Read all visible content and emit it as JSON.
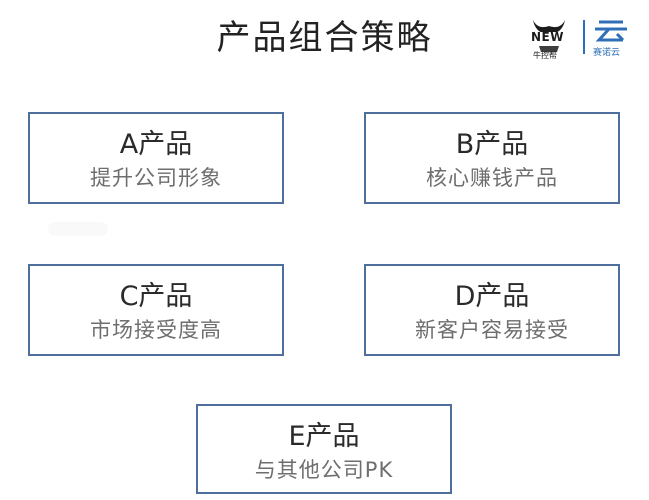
{
  "page": {
    "title": "产品组合策略"
  },
  "logo": {
    "new_text": "NEW",
    "brand_text": "牛控帮",
    "cloud_text": "赛诺云",
    "accent": "#2f6fb7"
  },
  "products": [
    {
      "title": "A产品",
      "subtitle": "提升公司形象"
    },
    {
      "title": "B产品",
      "subtitle": "核心赚钱产品"
    },
    {
      "title": "C产品",
      "subtitle": "市场接受度高"
    },
    {
      "title": "D产品",
      "subtitle": "新客户容易接受"
    },
    {
      "title": "E产品",
      "subtitle": "与其他公司PK"
    }
  ],
  "colors": {
    "box_border": "#4e6f9c",
    "title_text": "#222222",
    "subtitle_text": "#6e6e6e"
  }
}
